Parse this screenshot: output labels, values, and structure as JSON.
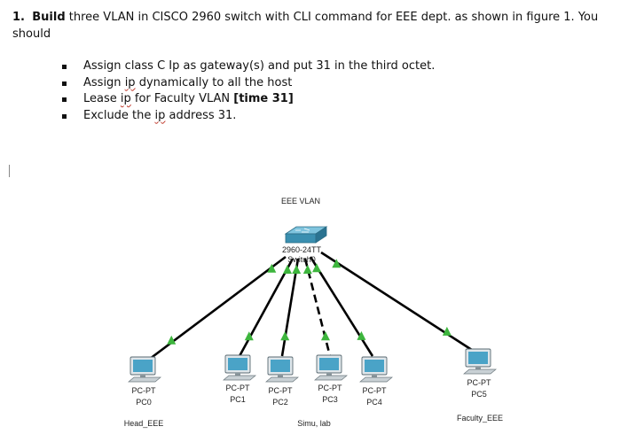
{
  "question": {
    "number": "1.",
    "verb": "Build",
    "text": "three VLAN in CISCO 2960 switch with CLI command for EEE dept.  as shown in figure 1. You should"
  },
  "bullets": [
    {
      "parts": [
        {
          "t": "Assign class C Ip as gateway(s) and put 31 in the third octet."
        }
      ]
    },
    {
      "parts": [
        {
          "t": "Assign "
        },
        {
          "t": "ip",
          "squig": true
        },
        {
          "t": " dynamically to all the host"
        }
      ]
    },
    {
      "parts": [
        {
          "t": "Lease "
        },
        {
          "t": "ip",
          "squig": true
        },
        {
          "t": " for Faculty VLAN "
        },
        {
          "t": "[time 31]",
          "bold": true
        }
      ]
    },
    {
      "parts": [
        {
          "t": "Exclude the "
        },
        {
          "t": "ip",
          "squig": true
        },
        {
          "t": " address 31."
        }
      ]
    }
  ],
  "diagram": {
    "title": "EEE VLAN",
    "switch": {
      "model": "2960-24TT",
      "name": "Switch0",
      "color": "#3a8fb0"
    },
    "pcs": [
      {
        "type": "PC-PT",
        "name": "PC0"
      },
      {
        "type": "PC-PT",
        "name": "PC1"
      },
      {
        "type": "PC-PT",
        "name": "PC2"
      },
      {
        "type": "PC-PT",
        "name": "PC3"
      },
      {
        "type": "PC-PT",
        "name": "PC4"
      },
      {
        "type": "PC-PT",
        "name": "PC5"
      }
    ],
    "groups": [
      "Head_EEE",
      "Simu, lab",
      "Faculty_EEE"
    ],
    "link_color": "#000000",
    "status_color": "#3db53d"
  }
}
